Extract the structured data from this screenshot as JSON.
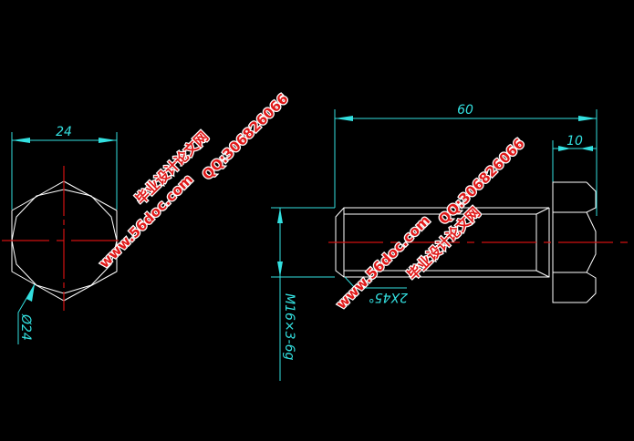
{
  "drawing": {
    "end_view": {
      "width_dim": "24",
      "diameter_dim": "Ø24"
    },
    "side_view": {
      "length_dim": "60",
      "head_dim": "10",
      "chamfer_note": "2X45°",
      "thread_spec": "M16×3-6g"
    }
  },
  "watermarks": [
    {
      "site": "www.56doc.com",
      "name": "毕业设计论文网",
      "qq": "QQ:306826066"
    },
    {
      "site": "www.56doc.com",
      "name": "毕业设计论文网",
      "qq": "QQ:306826066"
    }
  ],
  "colors": {
    "geometry": "#ffffff",
    "dimension": "#33e0e0",
    "centerline": "#d01010",
    "watermark": "#e01818",
    "background": "#000000"
  }
}
